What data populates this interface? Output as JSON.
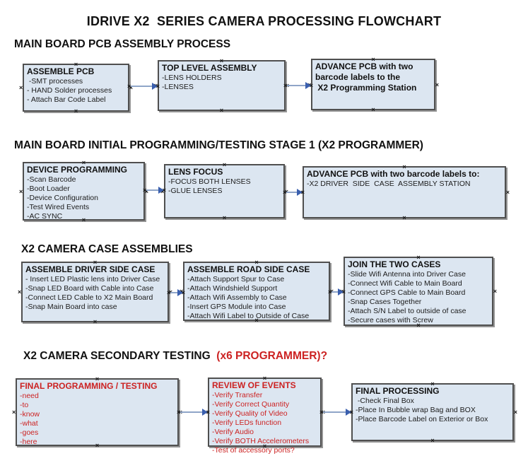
{
  "title": "IDRIVE X2  SERIES CAMERA PROCESSING FLOWCHART",
  "colors": {
    "box_fill": "#dce6f1",
    "box_border": "#4f4f4f",
    "arrow_line": "#8fa5c8",
    "arrow_head": "#3a5fae",
    "red_text": "#cc2222",
    "black_text": "#111111"
  },
  "icons": {
    "anchor": "×"
  },
  "sections": [
    {
      "header": "MAIN BOARD PCB ASSEMBLY PROCESS",
      "header_red": "",
      "boxes": [
        {
          "title": "ASSEMBLE PCB",
          "red": false,
          "items": [
            " -SMT processes",
            "- HAND Solder processes",
            "- Attach Bar Code Label"
          ]
        },
        {
          "title": "TOP LEVEL ASSEMBLY",
          "red": false,
          "items": [
            "-LENS HOLDERS",
            "-LENSES"
          ]
        },
        {
          "title": "ADVANCE PCB with two\nbarcode labels to the\n X2 Programming Station",
          "red": false,
          "items": []
        }
      ]
    },
    {
      "header": "MAIN BOARD INITIAL PROGRAMMING/TESTING STAGE 1 (X2 PROGRAMMER)",
      "header_red": "",
      "boxes": [
        {
          "title": "DEVICE PROGRAMMING",
          "red": false,
          "items": [
            "-Scan Barcode",
            "-Boot Loader",
            "-Device Configuration",
            "-Test Wired Events",
            "-AC SYNC"
          ]
        },
        {
          "title": "LENS FOCUS",
          "red": false,
          "items": [
            "-FOCUS BOTH LENSES",
            "-GLUE LENSES"
          ]
        },
        {
          "title": "ADVANCE PCB with two barcode labels to:",
          "red": false,
          "items": [
            "-X2 DRIVER  SIDE  CASE  ASSEMBLY STATION"
          ]
        }
      ]
    },
    {
      "header": "X2 CAMERA CASE ASSEMBLIES",
      "header_red": "",
      "boxes": [
        {
          "title": "ASSEMBLE DRIVER SIDE CASE",
          "red": false,
          "items": [
            "- Insert LED Plastic lens into Driver Case",
            "-Snap LED Board with Cable into Case",
            "-Connect LED Cable to X2 Main Board",
            "-Snap Main Board into case"
          ]
        },
        {
          "title": "ASSEMBLE ROAD SIDE CASE",
          "red": false,
          "items": [
            "-Attach Support Spur to Case",
            "-Attach Windshield Support",
            "-Attach Wifi Assembly to Case",
            "-Insert GPS Module into Case",
            "-Attach Wifi Label to Outside of Case"
          ]
        },
        {
          "title": "JOIN THE TWO CASES",
          "red": false,
          "items": [
            "-Slide Wifi Antenna into Driver Case",
            "-Connect Wifi Cable to Main Board",
            "-Connect GPS Cable to Main Board",
            "-Snap Cases Together",
            "-Attach S/N Label to outside of case",
            "-Secure cases with Screw"
          ]
        }
      ]
    },
    {
      "header": "X2 CAMERA SECONDARY TESTING ",
      "header_red": " (x6 PROGRAMMER)?",
      "boxes": [
        {
          "title": "FINAL PROGRAMMING / TESTING",
          "red": true,
          "items": [
            "-need",
            "-to",
            "-know",
            "-what",
            "-goes",
            "-here"
          ]
        },
        {
          "title": "REVIEW OF EVENTS",
          "red": true,
          "items": [
            "-Verify Transfer",
            "-Verify Correct Quantity",
            "-Verify Quality of Video",
            "-Verify LEDs function",
            "-Verify Audio",
            "-Verify BOTH Accelerometers",
            "-Test of accessory ports?"
          ]
        },
        {
          "title": "FINAL PROCESSING",
          "red": false,
          "items": [
            " -Check Final Box",
            "-Place In Bubble wrap Bag and BOX",
            "-Place Barcode Label on Exterior or Box"
          ]
        }
      ]
    }
  ]
}
